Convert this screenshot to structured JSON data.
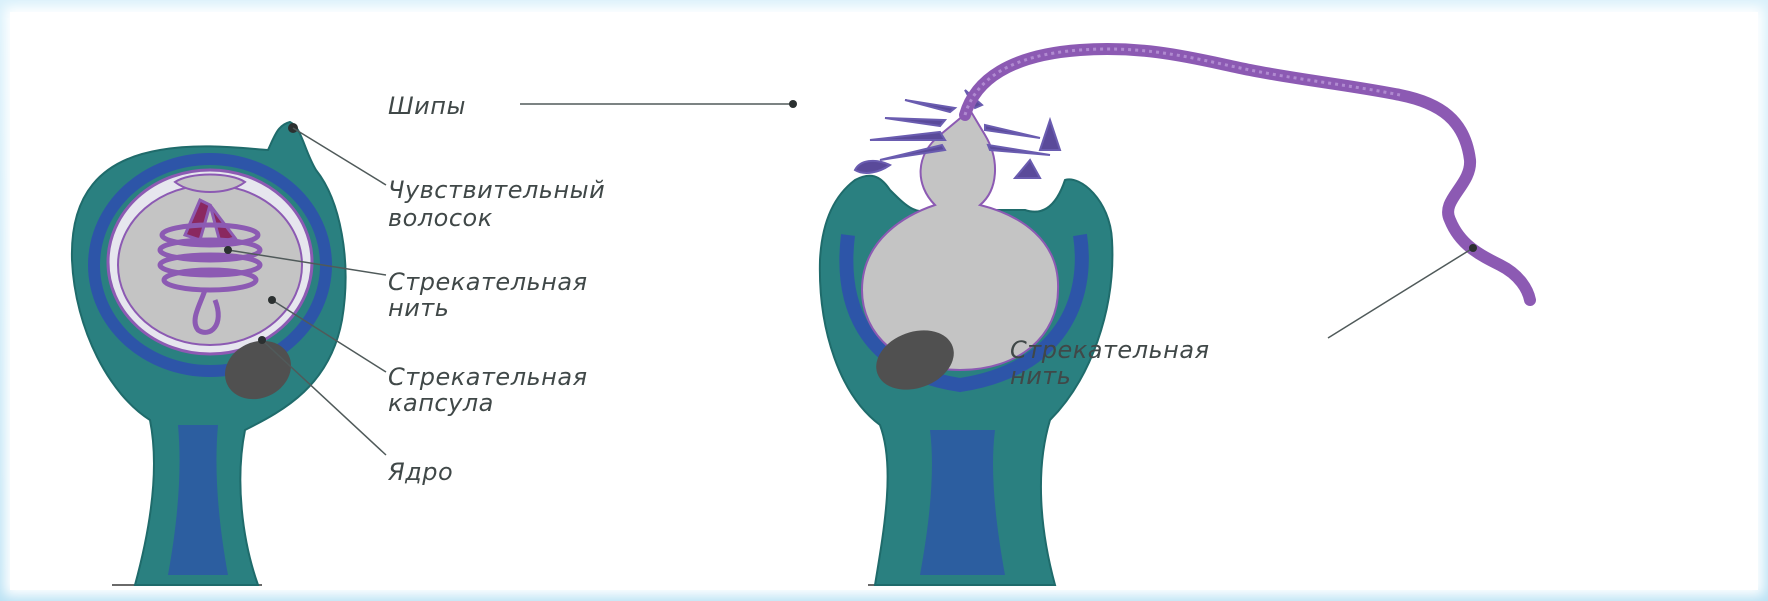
{
  "labels": {
    "spines": "Шипы",
    "sensitive_hair_line1": "Чувствительный",
    "sensitive_hair_line2": "волосок",
    "thread_line1": "Стрекательная",
    "thread_line2": "нить",
    "capsule_line1": "Стрекательная",
    "capsule_line2": "капсула",
    "nucleus": "Ядро",
    "discharged_thread_line1": "Стрекательная",
    "discharged_thread_line2": "нить"
  },
  "colors": {
    "cell_outer": "#2a8080",
    "cell_inner": "#2d55a8",
    "capsule_fill": "#c4c4c4",
    "thread": "#8c5ab3",
    "nucleus": "#505050",
    "leader": "#505a5a",
    "frame": "#bfe4f6"
  }
}
